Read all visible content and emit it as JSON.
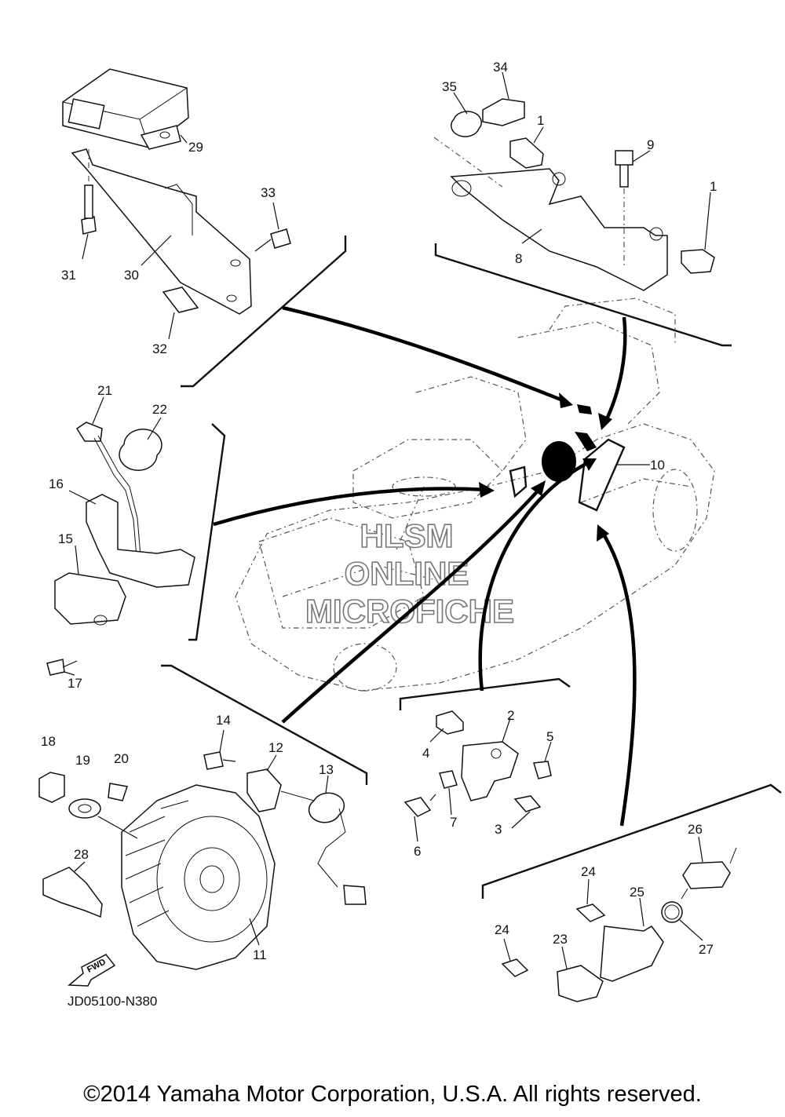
{
  "diagram": {
    "code": "JD05100-N380",
    "copyright": "©2014 Yamaha Motor Corporation, U.S.A. All rights reserved.",
    "watermark": [
      "HLSM",
      "ONLINE",
      "MICROFICHE"
    ],
    "fwd_label": "FWD",
    "part_labels": [
      "1",
      "1",
      "2",
      "3",
      "4",
      "5",
      "6",
      "7",
      "8",
      "9",
      "10",
      "11",
      "12",
      "13",
      "14",
      "15",
      "16",
      "17",
      "18",
      "19",
      "20",
      "21",
      "22",
      "23",
      "24",
      "24",
      "25",
      "26",
      "27",
      "28",
      "29",
      "30",
      "31",
      "32",
      "33",
      "34",
      "35"
    ]
  }
}
